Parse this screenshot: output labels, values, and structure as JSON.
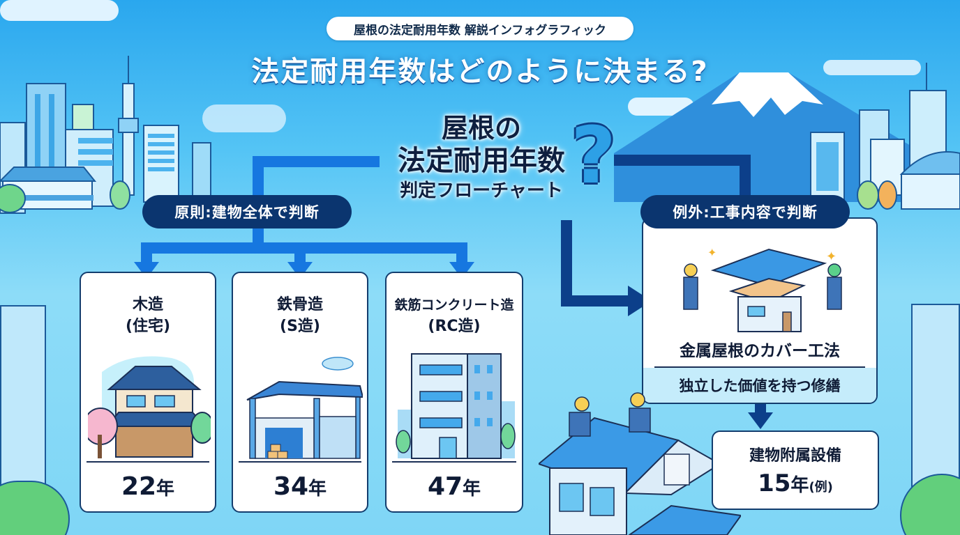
{
  "header": {
    "subtitle": "屋根の法定耐用年数 解説インフォグラフィック",
    "title": "法定耐用年数はどのように決まる?"
  },
  "center": {
    "line1": "屋根の",
    "line2": "法定耐用年数",
    "line3": "判定フローチャート",
    "question_mark": "?"
  },
  "principle": {
    "label": "原則:建物全体で判断",
    "cards": [
      {
        "name": "木造",
        "sub": "(住宅)",
        "years_num": "22",
        "years_unit": "年",
        "illustration": "wooden-house-icon"
      },
      {
        "name": "鉄骨造",
        "sub": "(S造)",
        "years_num": "34",
        "years_unit": "年",
        "illustration": "steel-warehouse-icon"
      },
      {
        "name": "鉄筋コンクリート造",
        "sub": "(RC造)",
        "years_num": "47",
        "years_unit": "年",
        "illustration": "rc-building-icon"
      }
    ]
  },
  "exception": {
    "label": "例外:工事内容で判断",
    "method": "金属屋根のカバー工法",
    "description": "独立した価値を持つ修繕",
    "illustration": "roof-cover-workers-icon",
    "result": {
      "category": "建物附属設備",
      "years_num": "15",
      "years_unit": "年",
      "note": "(例)"
    }
  },
  "colors": {
    "sky_top": "#2aa7ee",
    "sky_bottom": "#8ddcf8",
    "flow_blue": "#1677e0",
    "flow_dark": "#0c3f8a",
    "pill_navy": "#0b356f",
    "text_dark": "#0f1b35"
  }
}
